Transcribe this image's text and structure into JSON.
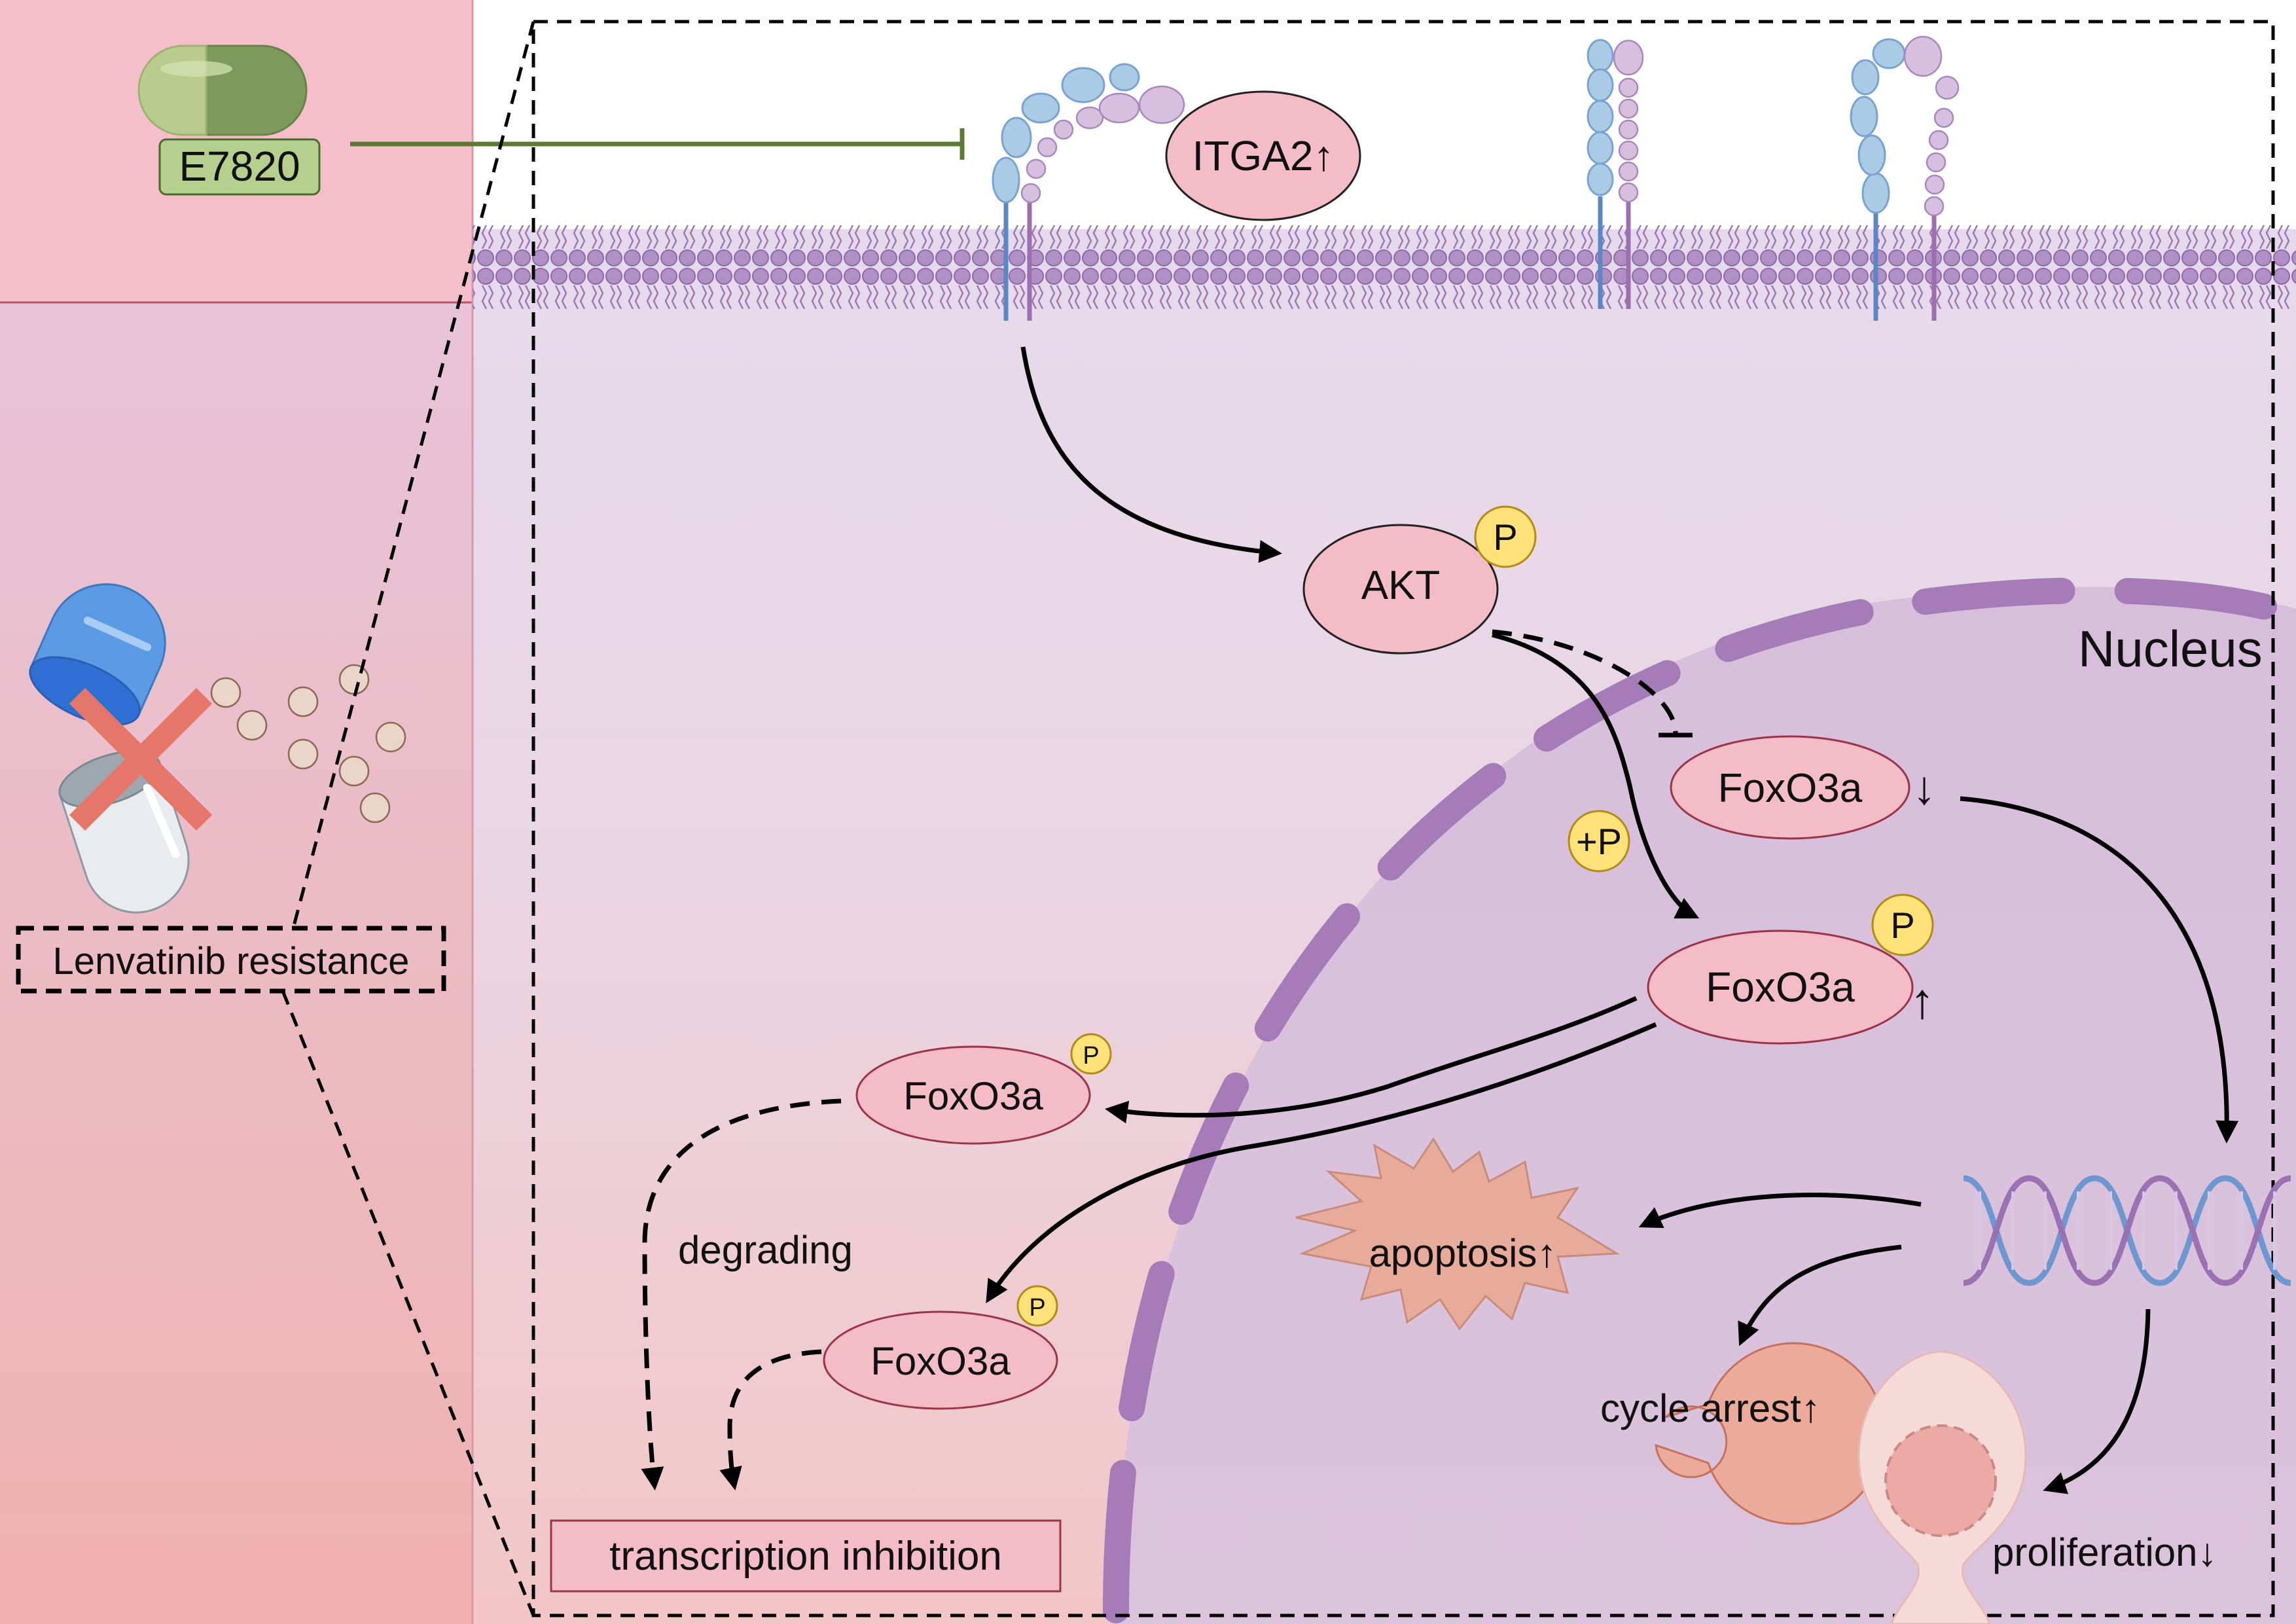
{
  "drug": {
    "name": "E7820"
  },
  "resistance": {
    "label": "Lenvatinib resistance"
  },
  "receptor": {
    "label": "ITGA2↑"
  },
  "akt": {
    "label": "AKT",
    "phospho": "P"
  },
  "plus_p": {
    "label": "+P"
  },
  "nucleus": {
    "label": "Nucleus"
  },
  "foxo_nuclear": {
    "label": "FoxO3a",
    "arrow": "↓"
  },
  "foxo_phospho": {
    "label": "FoxO3a",
    "phospho": "P",
    "arrow": "↑"
  },
  "foxo_cyto_top": {
    "label": "FoxO3a",
    "phospho": "P"
  },
  "foxo_cyto_bottom": {
    "label": "FoxO3a",
    "phospho": "P"
  },
  "degrading": {
    "label": "degrading"
  },
  "transcription": {
    "label": "transcription inhibition"
  },
  "apoptosis": {
    "label": "apoptosis↑"
  },
  "cycle_arrest": {
    "label": "cycle arrest↑"
  },
  "proliferation": {
    "label": "proliferation↓"
  },
  "colors": {
    "node_fill": "#f4bcc7",
    "node_stroke": "#9c3347",
    "phospho_fill": "#ffe27a",
    "membrane": "#b08fc4",
    "nucleus_fill": "#d6bfdc",
    "nucleus_stroke": "#a57bb8",
    "inhibit": "#5b7a35"
  }
}
